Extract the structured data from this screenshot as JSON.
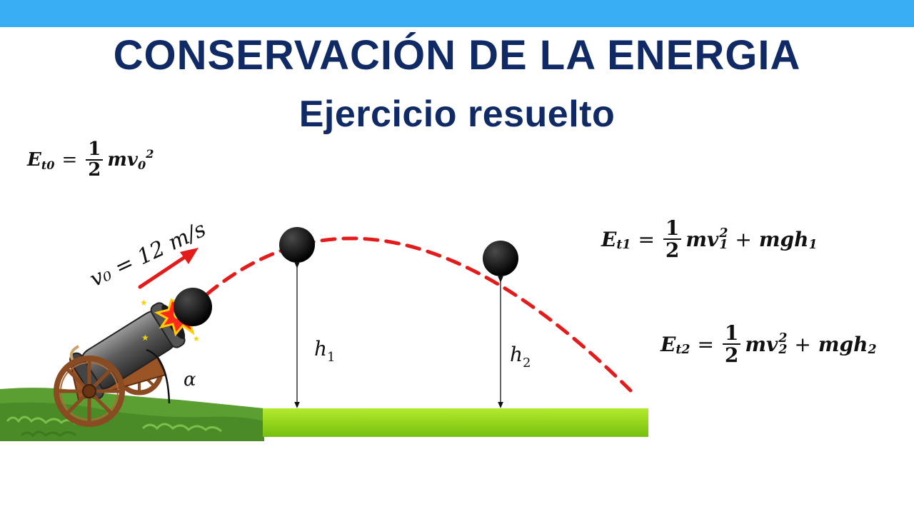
{
  "header": {
    "title": "CONSERVACIÓN DE LA ENERGIA",
    "subtitle": "Ejercicio resuelto"
  },
  "equations": {
    "e0": {
      "symbol": "E",
      "subscript": "t0",
      "equals": "=",
      "numerator": "1",
      "denominator": "2",
      "body": "mv",
      "body_subscript": "0",
      "exponent": "2"
    },
    "e1": {
      "symbol": "E",
      "subscript": "t1",
      "equals": "=",
      "numerator": "1",
      "denominator": "2",
      "body": "mv",
      "body_exponent": "2",
      "body_subscript": "1",
      "plus": "+",
      "term2": "mgh",
      "term2_subscript": "1"
    },
    "e2": {
      "symbol": "E",
      "subscript": "t2",
      "equals": "=",
      "numerator": "1",
      "denominator": "2",
      "body": "mv",
      "body_exponent": "2",
      "body_subscript": "2",
      "plus": "+",
      "term2": "mgh",
      "term2_subscript": "2"
    }
  },
  "diagram": {
    "velocity_label": "v₀ = 12 m/s",
    "angle_label": "α",
    "h1_label": "h",
    "h1_sub": "1",
    "h2_label": "h",
    "h2_sub": "2"
  },
  "colors": {
    "top_bar": "#3aaef5",
    "title": "#102a66",
    "trajectory": "#e31b1b",
    "ground_bar": "#8fd41a",
    "grass": "#5b9e32"
  }
}
